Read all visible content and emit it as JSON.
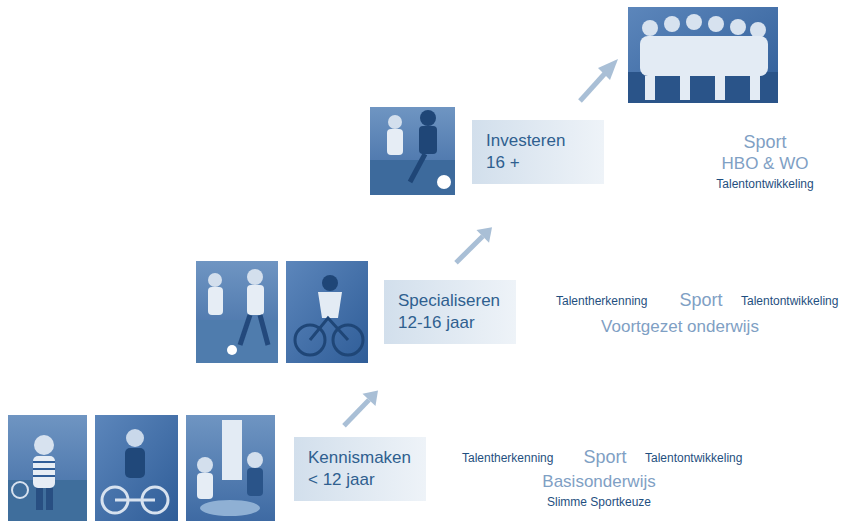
{
  "diagram": {
    "nodes": [
      {
        "text": [
          "Kennismaken",
          "< 12 jaar"
        ]
      },
      {
        "text": [
          "Specialiseren",
          "12-16 jaar"
        ]
      },
      {
        "text": [
          "Investeren",
          "16 +"
        ]
      }
    ],
    "edges": [
      {
        "from": 0,
        "to": 1,
        "arrow": "to"
      },
      {
        "from": 1,
        "to": 2,
        "arrow": "to"
      }
    ],
    "labels": [
      "Talentherkenning",
      "Sport",
      "Talentontwikkeling",
      "Basisonderwijs",
      "Slimme Sportkeuze",
      "Talentherkenning",
      "Sport",
      "Talentontwikkeling",
      "Voortgezet onderwijs",
      "Sport",
      "HBO & WO",
      "Talentontwikkeling"
    ]
  }
}
